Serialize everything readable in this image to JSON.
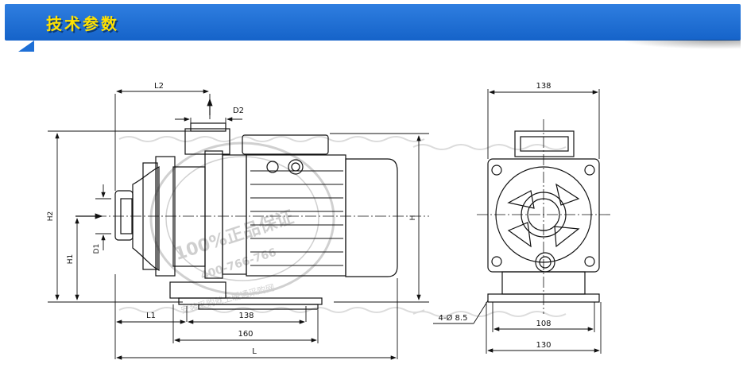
{
  "header": {
    "title": "技术参数",
    "accent_color": "#1e6fd6",
    "title_color": "#ffe100"
  },
  "drawing": {
    "side_view": {
      "L2": "L2",
      "D2": "D2",
      "H2": "H2",
      "H1": "H1",
      "D1": "D1",
      "H": "H",
      "L1": "L1",
      "dim_138": "138",
      "dim_160": "160",
      "L": "L"
    },
    "front_view": {
      "top_width": "138",
      "hole_spec": "4-Ø 8.5",
      "base_inner": "108",
      "base_outer": "130"
    }
  },
  "watermark": {
    "text_main": "100%正品保证",
    "text_phone": "400-766-766",
    "text_bottom": "安装采购就上暖通采购网"
  }
}
